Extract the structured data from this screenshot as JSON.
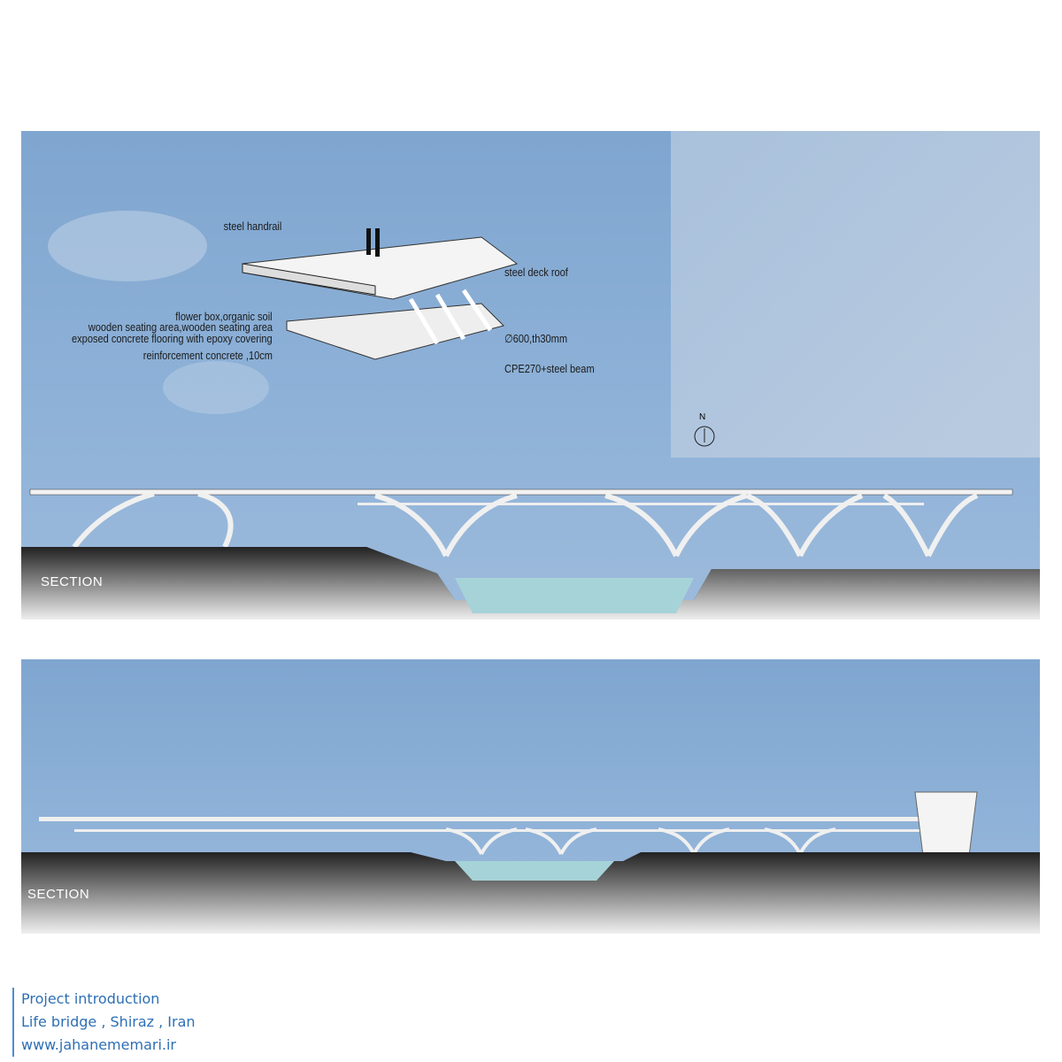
{
  "detail_labels": {
    "steel_handrail": "steel handrail",
    "steel_deck_roof": "steel deck roof",
    "flower_box": "flower box,organic soil",
    "wooden_seating": "wooden seating area,wooden seating area",
    "exposed_concrete": "exposed concrete flooring with epoxy covering",
    "reinforcement": "reinforcement concrete ,10cm",
    "pipe": "∅600,th30mm",
    "beam": "CPE270+steel beam"
  },
  "site_plan": {
    "north_label": "N"
  },
  "section_1": {
    "label": "SECTION"
  },
  "section_2": {
    "label": "SECTION"
  },
  "footer": {
    "line1": "Project introduction",
    "line2": "Life bridge , Shiraz , Iran",
    "line3": "www.jahanememari.ir"
  },
  "colors": {
    "sky": "#8fb2d8",
    "accent": "#2d6fb5"
  }
}
